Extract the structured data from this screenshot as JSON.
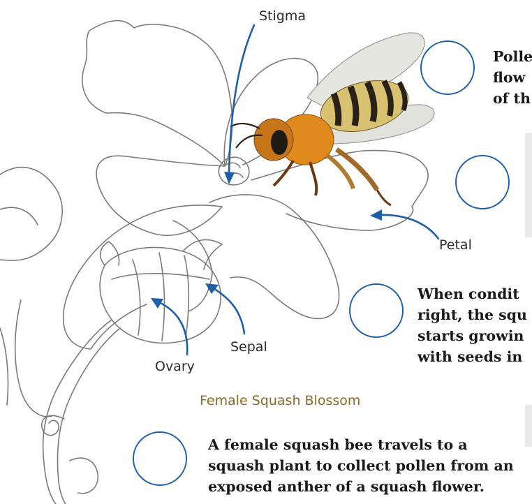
{
  "diagram": {
    "labels": {
      "stigma": "Stigma",
      "petal": "Petal",
      "sepal": "Sepal",
      "ovary": "Ovary"
    },
    "caption": "Female Squash Blossom",
    "steps": {
      "pollen": [
        "Polle",
        "flow",
        "of th"
      ],
      "growth": [
        "When condit",
        "right, the squ",
        "starts growin",
        "with seeds in"
      ],
      "travel": [
        "A female squash bee travels to a",
        "squash plant to collect pollen from an",
        "exposed anther of a squash flower."
      ]
    },
    "colors": {
      "arrow": "#1f5fa8",
      "circle": "#1f5fa8",
      "caption": "#8a6a2a",
      "sketch": "#7a7a7a"
    }
  }
}
